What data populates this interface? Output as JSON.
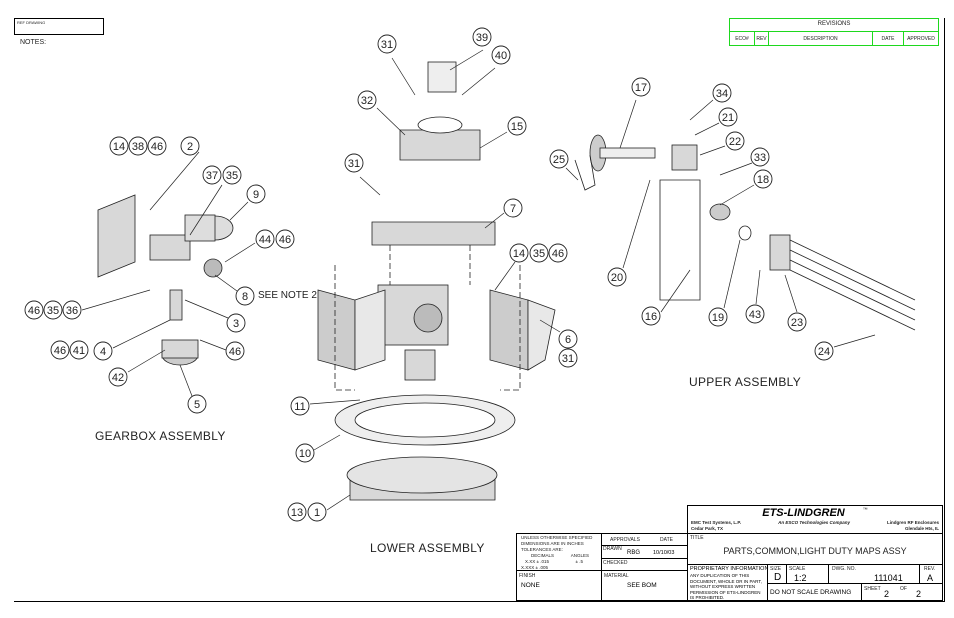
{
  "ref_drawing_label": "REF DRAWING",
  "notes_label": "NOTES:",
  "revisions": {
    "title": "REVISIONS",
    "columns": [
      "ECO#",
      "REV",
      "DESCRIPTION",
      "DATE",
      "APPROVED"
    ]
  },
  "views": {
    "gearbox": "GEARBOX ASSEMBLY",
    "lower": "LOWER ASSEMBLY",
    "upper": "UPPER ASSEMBLY",
    "see_note": "SEE NOTE 2"
  },
  "balloons": [
    {
      "n": "31"
    },
    {
      "n": "39"
    },
    {
      "n": "40"
    },
    {
      "n": "32"
    },
    {
      "n": "15"
    },
    {
      "n": "31"
    },
    {
      "n": "7"
    },
    {
      "n": "14"
    },
    {
      "n": "35"
    },
    {
      "n": "46"
    },
    {
      "n": "6"
    },
    {
      "n": "31"
    },
    {
      "n": "11"
    },
    {
      "n": "10"
    },
    {
      "n": "13"
    },
    {
      "n": "1"
    },
    {
      "n": "14"
    },
    {
      "n": "38"
    },
    {
      "n": "46"
    },
    {
      "n": "2"
    },
    {
      "n": "37"
    },
    {
      "n": "35"
    },
    {
      "n": "9"
    },
    {
      "n": "44"
    },
    {
      "n": "46"
    },
    {
      "n": "8"
    },
    {
      "n": "46"
    },
    {
      "n": "35"
    },
    {
      "n": "36"
    },
    {
      "n": "3"
    },
    {
      "n": "46"
    },
    {
      "n": "41"
    },
    {
      "n": "4"
    },
    {
      "n": "46"
    },
    {
      "n": "42"
    },
    {
      "n": "5"
    },
    {
      "n": "17"
    },
    {
      "n": "34"
    },
    {
      "n": "21"
    },
    {
      "n": "22"
    },
    {
      "n": "33"
    },
    {
      "n": "18"
    },
    {
      "n": "25"
    },
    {
      "n": "20"
    },
    {
      "n": "16"
    },
    {
      "n": "19"
    },
    {
      "n": "43"
    },
    {
      "n": "23"
    },
    {
      "n": "24"
    }
  ],
  "title_block": {
    "logo": "ETS-LINDGREN",
    "tm": "™",
    "company_left": "EMC Test Systems, L.P.",
    "company_left_city": "Cedar Park, TX",
    "company_mid": "An ESCO Technologies Company",
    "company_right": "Lindgren RF Enclosures",
    "company_right_city": "Glendale Hts, IL",
    "tolerance_1": "UNLESS OTHERWISE SPECIFIED",
    "tolerance_2": "DIMENSIONS ARE IN INCHES",
    "tolerance_3": "TOLERANCES ARE:",
    "decimals": "DECIMALS",
    "angles": "ANGLES",
    "xx": "X.XX ± .015",
    "xxx": "X.XXX ± .005",
    "angle_tol": "± .5",
    "approvals": "APPROVALS",
    "date_label": "DATE",
    "drawn_label": "DRAWN",
    "drawn_by": "RBG",
    "drawn_date": "10/10/03",
    "checked_label": "CHECKED",
    "finish_label": "FINISH",
    "finish": "NONE",
    "material_label": "MATERIAL",
    "material": "SEE BOM",
    "title_label": "TITLE",
    "title": "PARTS,COMMON,LIGHT DUTY MAPS ASSY",
    "proprietary": "PROPRIETARY INFORMATION",
    "proprietary_text": "ANY DUPLICATION OF THIS DOCUMENT, WHOLE OR IN PART, WITHOUT EXPRESS WRITTEN PERMISSION OF ETS-LINDGREN IS PROHIBITED.",
    "size_label": "SIZE",
    "size": "D",
    "scale_label": "SCALE",
    "scale": "1:2",
    "dwg_label": "DWG. NO.",
    "dwg": "111041",
    "rev_label": "REV.",
    "rev": "A",
    "no_scale": "DO NOT SCALE DRAWING",
    "sheet_label": "SHEET",
    "sheet": "2",
    "of_label": "OF",
    "of": "2"
  }
}
